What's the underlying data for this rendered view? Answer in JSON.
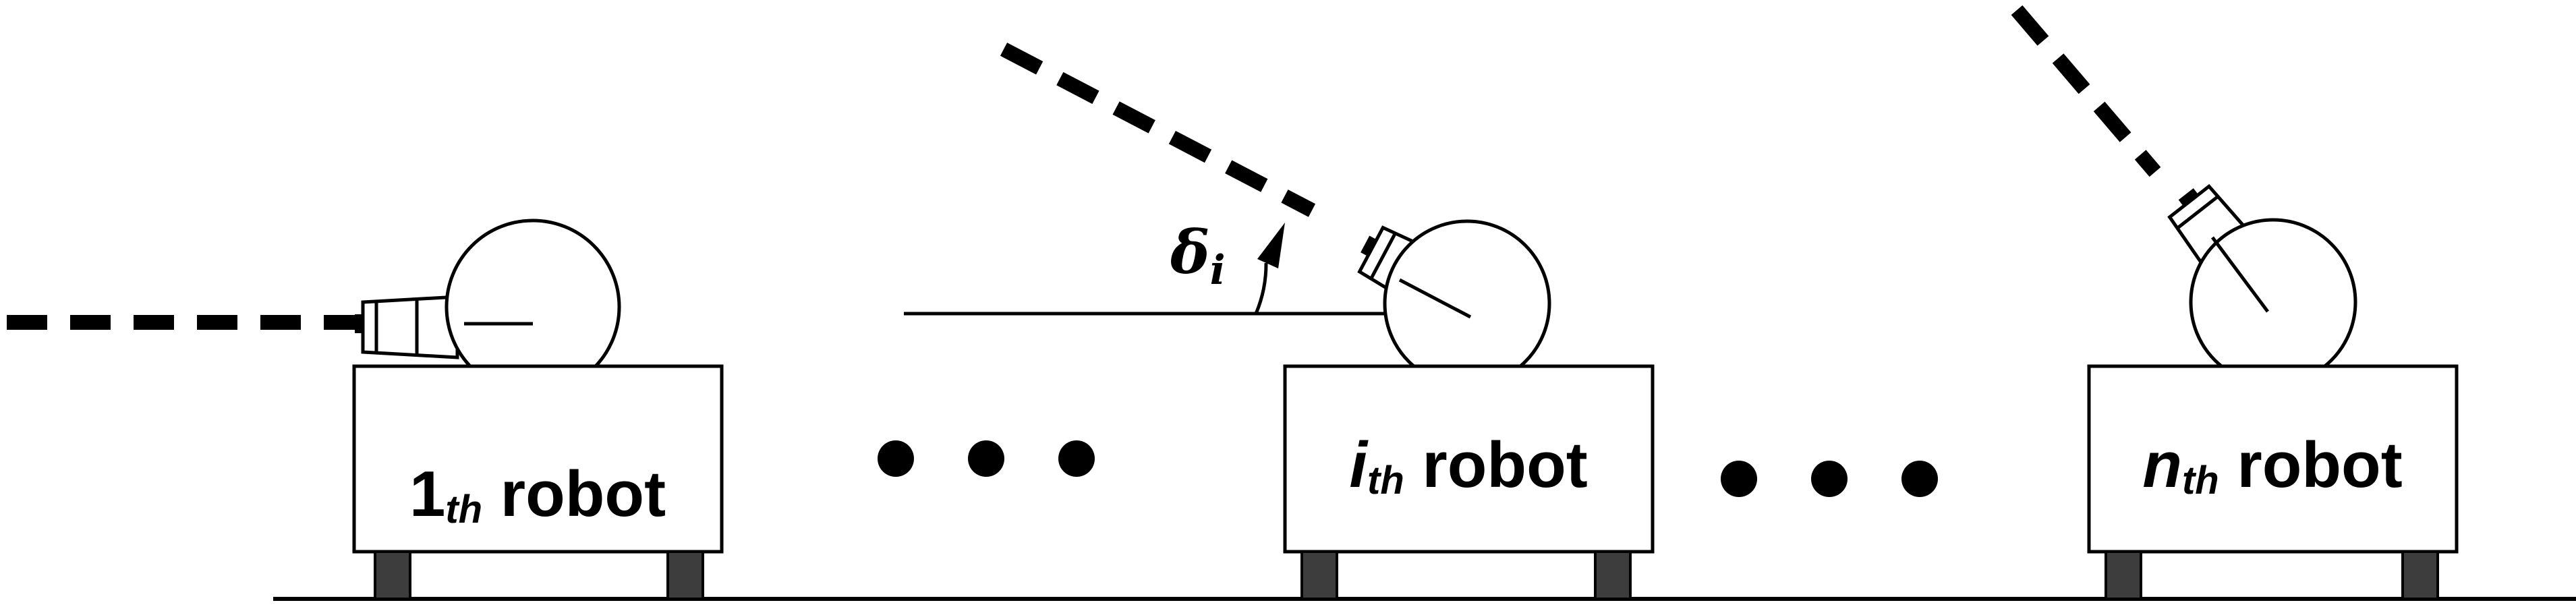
{
  "robots": [
    {
      "number": "1",
      "subscript": "th",
      "word": "robot",
      "number_italic": false
    },
    {
      "number": "i",
      "subscript": "th",
      "word": "robot",
      "number_italic": true
    },
    {
      "number": "n",
      "subscript": "th",
      "word": "robot",
      "number_italic": true
    }
  ],
  "angle_label": {
    "symbol": "δ",
    "subscript": "i"
  },
  "ellipsis_groups": 2,
  "dots_per_group": 3
}
